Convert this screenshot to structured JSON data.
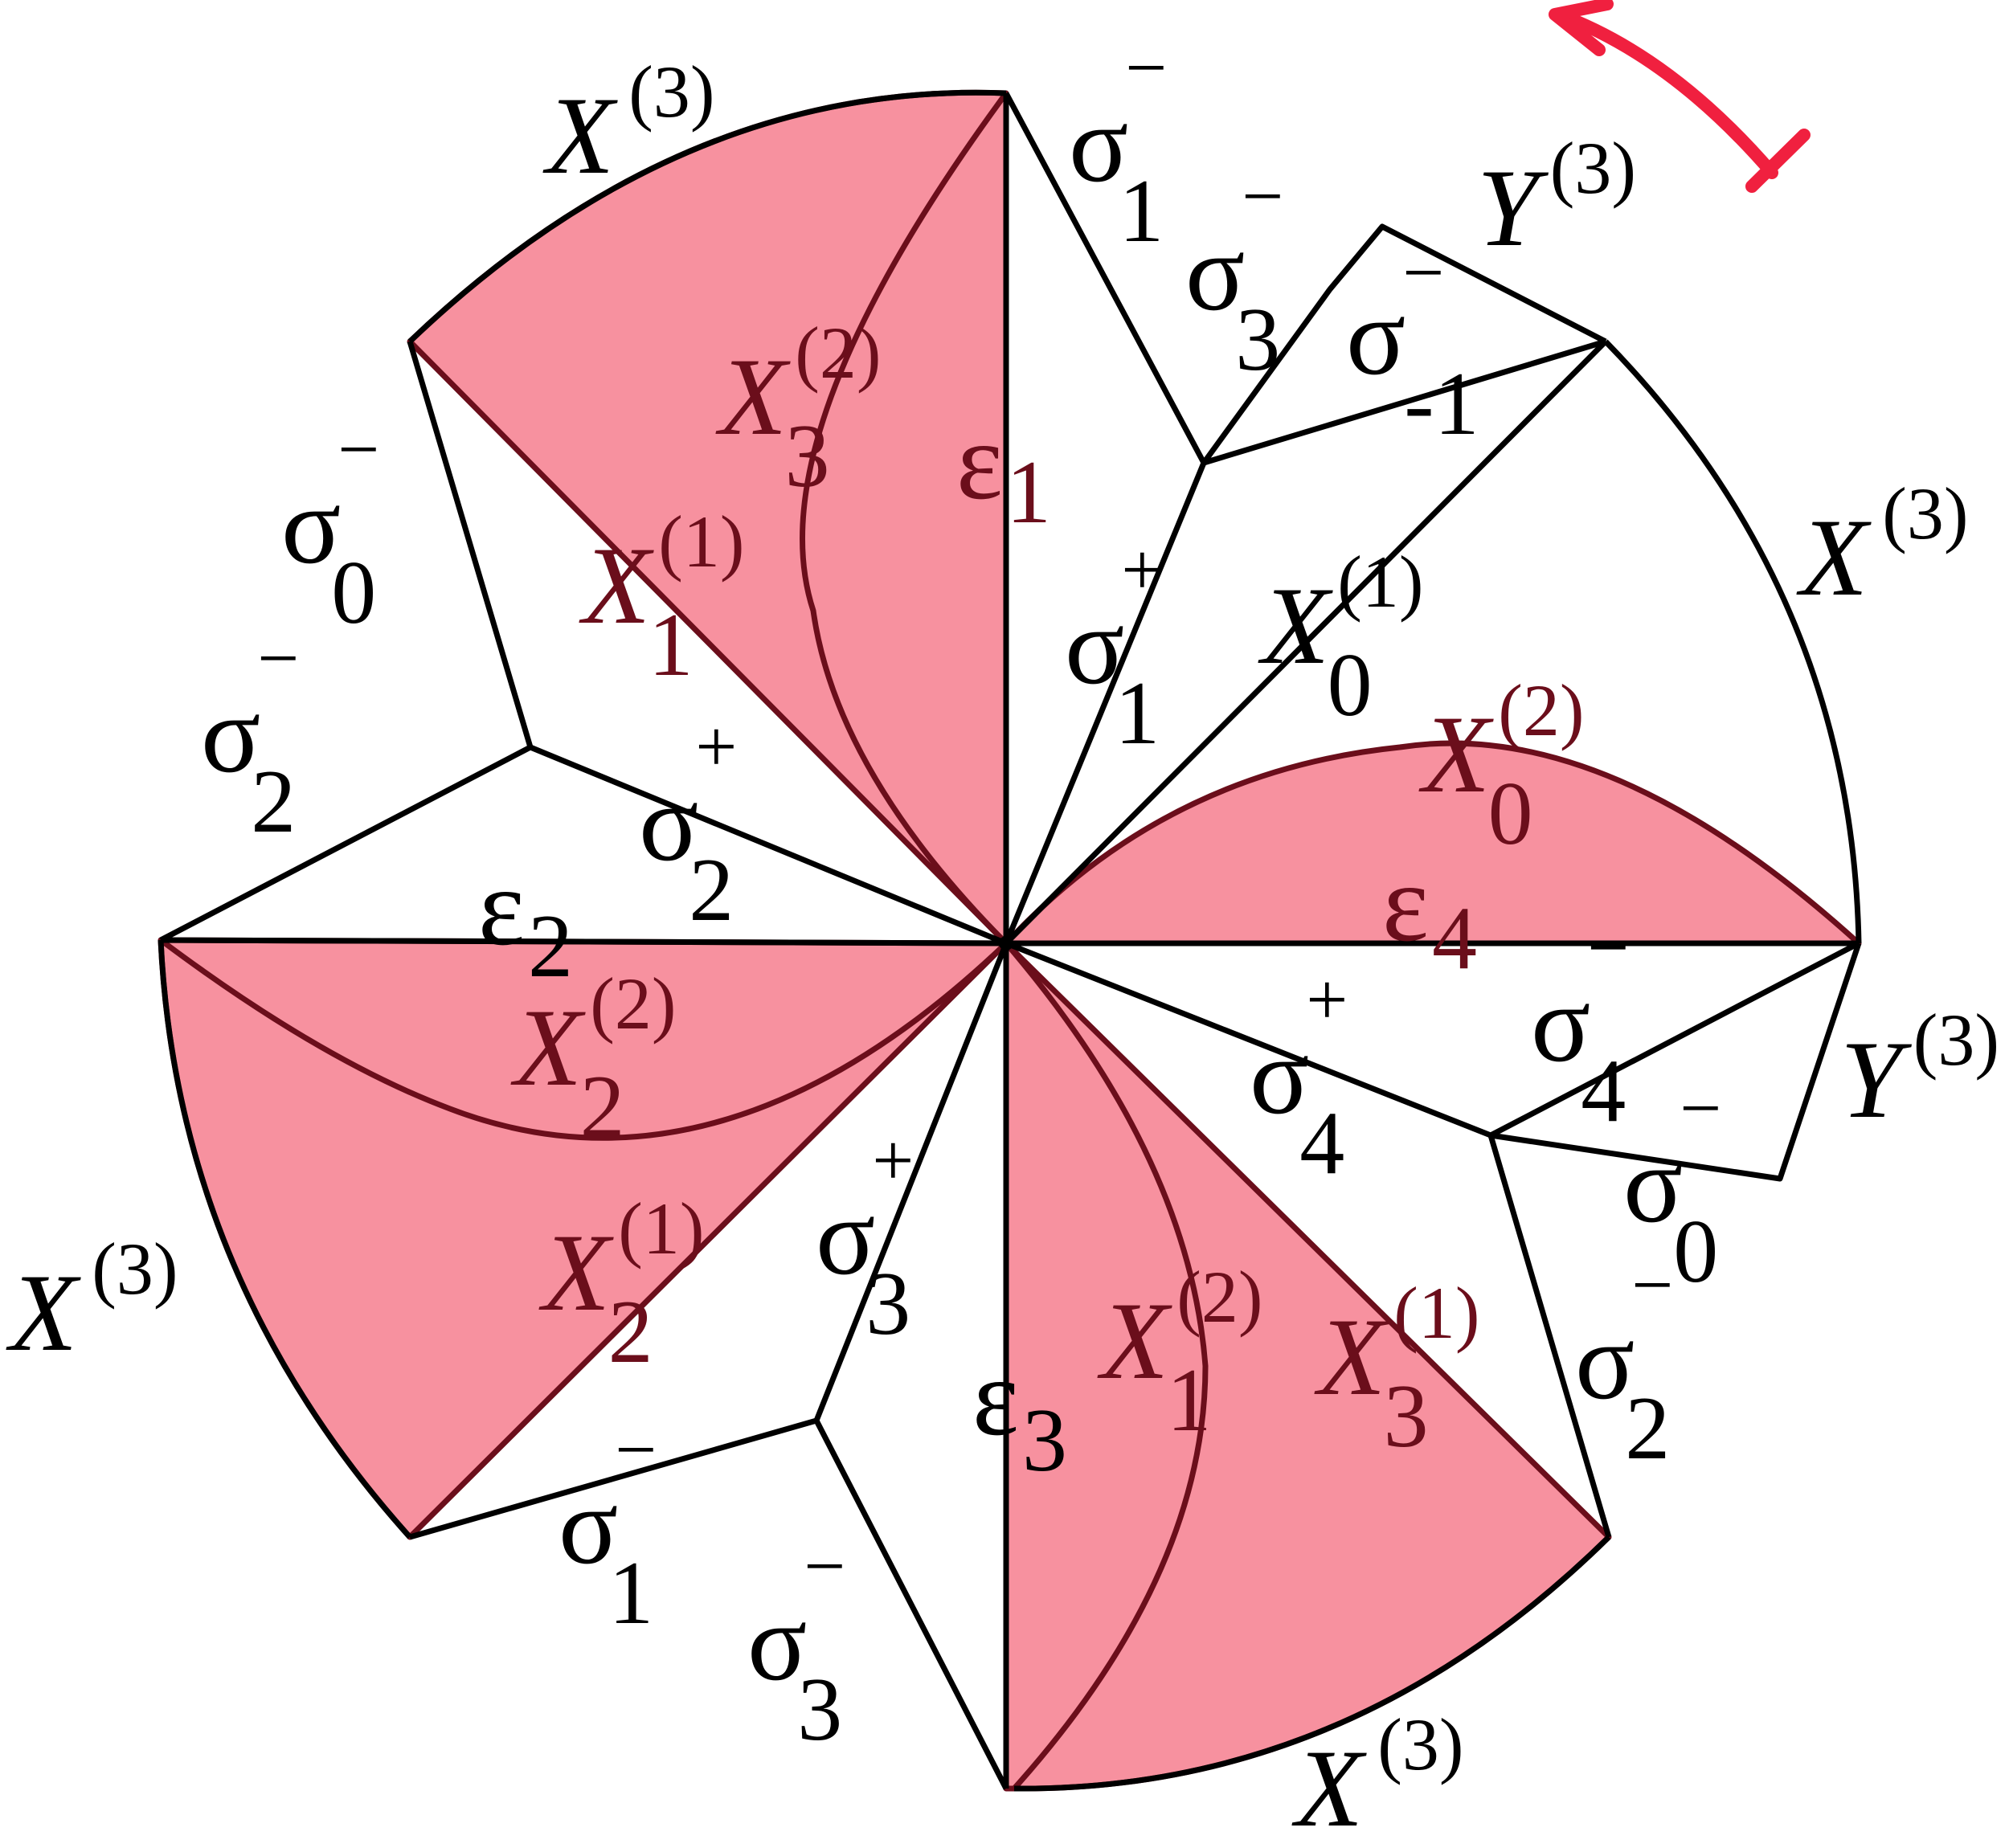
{
  "colors": {
    "region_fill": "#f7919f",
    "region_stroke": "#6b0e1b",
    "edge": "#000000",
    "arrow": "#f0203f"
  },
  "icons": {
    "rotation_arrow": "rotation-arrow-icon"
  },
  "labels": {
    "x3_top": {
      "base": "X",
      "sup": "(3)"
    },
    "x3_right": {
      "base": "X",
      "sup": "(3)"
    },
    "x3_left": {
      "base": "X",
      "sup": "(3)"
    },
    "x3_bottom": {
      "base": "X",
      "sup": "(3)"
    },
    "y3_top": {
      "base": "Y",
      "sup": "(3)"
    },
    "y3_right": {
      "base": "Y",
      "sup": "(3)"
    },
    "sigma1_minus_top": {
      "base": "σ",
      "sub": "1",
      "sup": "−"
    },
    "sigma3_minus_top": {
      "base": "σ",
      "sub": "3",
      "sup": "−"
    },
    "sigma_m1_minus": {
      "base": "σ",
      "sub": "-1",
      "sup": "−"
    },
    "sigma0_minus_left": {
      "base": "σ",
      "sub": "0",
      "sup": "−"
    },
    "sigma2_minus_left": {
      "base": "σ",
      "sub": "2",
      "sup": "−"
    },
    "sigma2_plus": {
      "base": "σ",
      "sub": "2",
      "sup": "+"
    },
    "sigma1_plus": {
      "base": "σ",
      "sub": "1",
      "sup": "+"
    },
    "sigma4_minus": {
      "base": "σ",
      "sub": "4",
      "sup": "−"
    },
    "sigma4_plus": {
      "base": "σ",
      "sub": "4",
      "sup": "+"
    },
    "sigma0_minus_right": {
      "base": "σ",
      "sub": "0",
      "sup": "−"
    },
    "sigma2_minus_right": {
      "base": "σ",
      "sub": "2",
      "sup": "−"
    },
    "sigma3_plus": {
      "base": "σ",
      "sub": "3",
      "sup": "+"
    },
    "sigma1_minus_bottom": {
      "base": "σ",
      "sub": "1",
      "sup": "−"
    },
    "sigma3_minus_bottom": {
      "base": "σ",
      "sub": "3",
      "sup": "−"
    },
    "x0_1": {
      "base": "X",
      "sub": "0",
      "sup": "(1)"
    },
    "x0_2": {
      "base": "X",
      "sub": "0",
      "sup": "(2)"
    },
    "x1_1": {
      "base": "X",
      "sub": "1",
      "sup": "(1)"
    },
    "x3_2": {
      "base": "X",
      "sub": "3",
      "sup": "(2)"
    },
    "x2_2": {
      "base": "X",
      "sub": "2",
      "sup": "(2)"
    },
    "x2_1": {
      "base": "X",
      "sub": "2",
      "sup": "(1)"
    },
    "x1_2": {
      "base": "X",
      "sub": "1",
      "sup": "(2)"
    },
    "x3_1": {
      "base": "X",
      "sub": "3",
      "sup": "(1)"
    },
    "eps1": {
      "base": "ε",
      "sub": "1"
    },
    "eps2": {
      "base": "ε",
      "sub": "2"
    },
    "eps3": {
      "base": "ε",
      "sub": "3"
    },
    "eps4": {
      "base": "ε",
      "sub": "4"
    }
  }
}
